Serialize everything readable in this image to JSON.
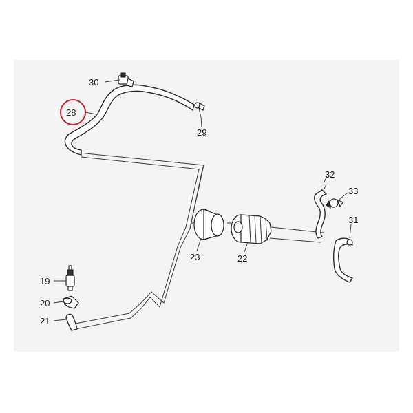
{
  "diagram": {
    "callouts": [
      {
        "id": "28",
        "label": "28",
        "highlighted": true
      },
      {
        "id": "30",
        "label": "30"
      },
      {
        "id": "29",
        "label": "29"
      },
      {
        "id": "32",
        "label": "32"
      },
      {
        "id": "33",
        "label": "33"
      },
      {
        "id": "31",
        "label": "31"
      },
      {
        "id": "23",
        "label": "23"
      },
      {
        "id": "22",
        "label": "22"
      },
      {
        "id": "19",
        "label": "19"
      },
      {
        "id": "20",
        "label": "20"
      },
      {
        "id": "21",
        "label": "21"
      }
    ],
    "highlight_color": "#c0272d",
    "background_color": "#f4f4f4"
  }
}
